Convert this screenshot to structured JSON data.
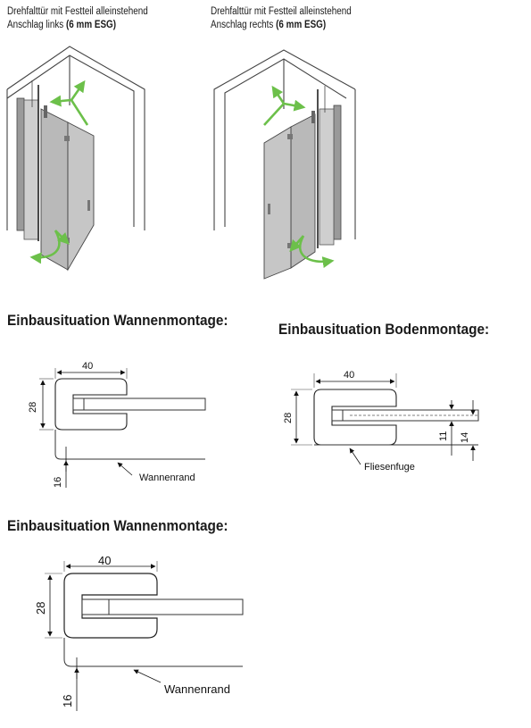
{
  "shower_left": {
    "line1": "Drehfalttür mit Festteil alleinstehend",
    "line2_prefix": "Anschlag links ",
    "line2_bold": "(6 mm ESG)"
  },
  "shower_right": {
    "line1": "Drehfalttür mit Festteil alleinstehend",
    "line2_prefix": "Anschlag rechts ",
    "line2_bold": "(6 mm ESG)"
  },
  "section_tub_1": {
    "title": "Einbausituation Wannenmontage:",
    "dim_width": "40",
    "dim_height": "28",
    "dim_edge": "16",
    "callout": "Wannenrand"
  },
  "section_floor": {
    "title": "Einbausituation Bodenmontage:",
    "dim_width": "40",
    "dim_height": "28",
    "dim_gap": "11",
    "dim_total": "14",
    "callout": "Fliesenfuge"
  },
  "section_tub_2": {
    "title": "Einbausituation Wannenmontage:",
    "dim_width": "40",
    "dim_height": "28",
    "dim_edge": "16",
    "callout": "Wannenrand"
  },
  "colors": {
    "arrow_green": "#6cc04a",
    "glass_grey": "#b9b9b9",
    "line_dark": "#333333"
  }
}
